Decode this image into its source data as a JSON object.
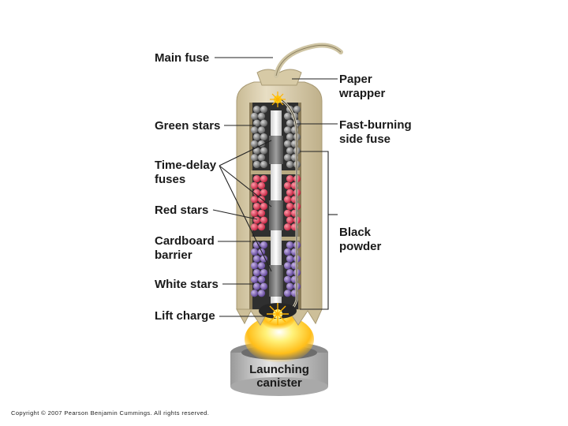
{
  "labels": {
    "main_fuse": "Main fuse",
    "paper_wrapper": "Paper\nwrapper",
    "green_stars": "Green stars",
    "fast_burning_side_fuse": "Fast-burning\nside fuse",
    "time_delay_fuses": "Time-delay\nfuses",
    "red_stars": "Red stars",
    "black_powder": "Black\npowder",
    "cardboard_barrier": "Cardboard\nbarrier",
    "white_stars": "White stars",
    "lift_charge": "Lift charge",
    "launching_canister": "Launching\ncanister"
  },
  "copyright": "Copyright © 2007 Pearson Benjamin Cummings.  All rights reserved.",
  "colors": {
    "wrapper": "#d9cdb0",
    "wrapper_dark": "#b8aa88",
    "green_stars": "#7a7a7a",
    "red_stars": "#e23a55",
    "white_stars": "#7e5fb5",
    "black_powder": "#3a3a3a",
    "fuse": "#d8d0b8",
    "leader_line": "#222222",
    "canister": "#c4c4c4",
    "flame": "#ffd21a"
  }
}
